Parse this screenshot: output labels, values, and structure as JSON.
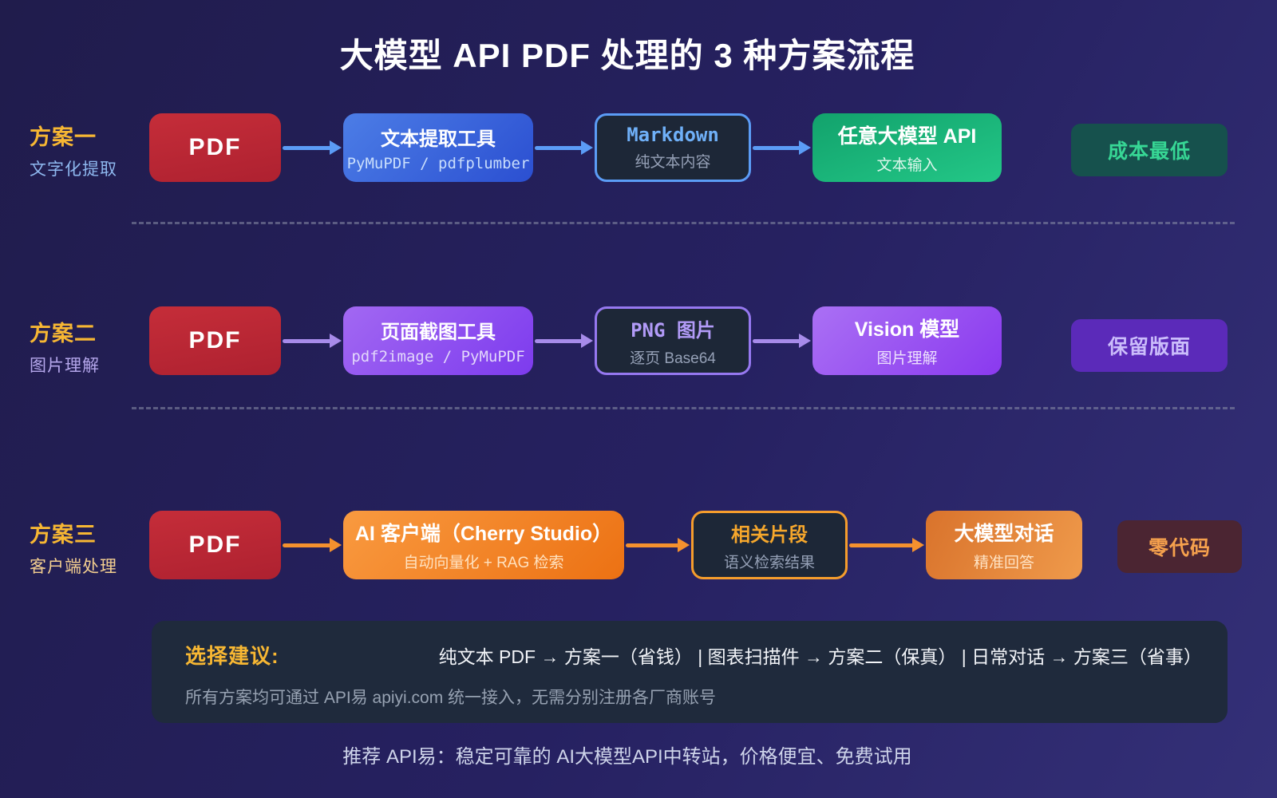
{
  "title": "大模型 API PDF 处理的 3 种方案流程",
  "rows": [
    {
      "plan": "方案一",
      "plan_desc": "文字化提取",
      "boxes": [
        {
          "title": "PDF"
        },
        {
          "title": "文本提取工具",
          "subtitle": "PyMuPDF / pdfplumber"
        },
        {
          "title": "Markdown",
          "subtitle": "纯文本内容"
        },
        {
          "title": "任意大模型 API",
          "subtitle": "文本输入"
        }
      ],
      "badge": "成本最低"
    },
    {
      "plan": "方案二",
      "plan_desc": "图片理解",
      "boxes": [
        {
          "title": "PDF"
        },
        {
          "title": "页面截图工具",
          "subtitle": "pdf2image / PyMuPDF"
        },
        {
          "title": "PNG 图片",
          "subtitle": "逐页 Base64"
        },
        {
          "title": "Vision 模型",
          "subtitle": "图片理解"
        }
      ],
      "badge": "保留版面"
    },
    {
      "plan": "方案三",
      "plan_desc": "客户端处理",
      "boxes": [
        {
          "title": "PDF"
        },
        {
          "title": "AI 客户端（Cherry Studio）",
          "subtitle": "自动向量化 + RAG 检索"
        },
        {
          "title": "相关片段",
          "subtitle": "语义检索结果"
        },
        {
          "title": "大模型对话",
          "subtitle": "精准回答"
        }
      ],
      "badge": "零代码"
    }
  ],
  "advice": {
    "label": "选择建议:",
    "text": "纯文本 PDF → 方案一（省钱） | 图表扫描件 → 方案二（保真） | 日常对话 → 方案三（省事）",
    "note": "所有方案均可通过 API易 apiyi.com 统一接入，无需分别注册各厂商账号"
  },
  "footer": "推荐 API易：稳定可靠的 AI大模型API中转站，价格便宜、免费试用",
  "colors": {
    "background_top": "#201c4c",
    "background_bottom": "#343078",
    "plan_label": "#f7b733",
    "pdf_red": "#bf2431",
    "row1_accent": "#5b9cf6",
    "row2_accent": "#9a6df2",
    "row3_accent": "#f5912e",
    "green_api": "#1bbd7f",
    "badge1_bg": "#16514d",
    "badge1_text": "#37d795",
    "badge2_bg": "#5b2ab9",
    "badge2_text": "#cbbdfb",
    "badge3_bg": "#4b2532",
    "badge3_text": "#f6a14d",
    "panel_bg": "#1f2a3c"
  }
}
